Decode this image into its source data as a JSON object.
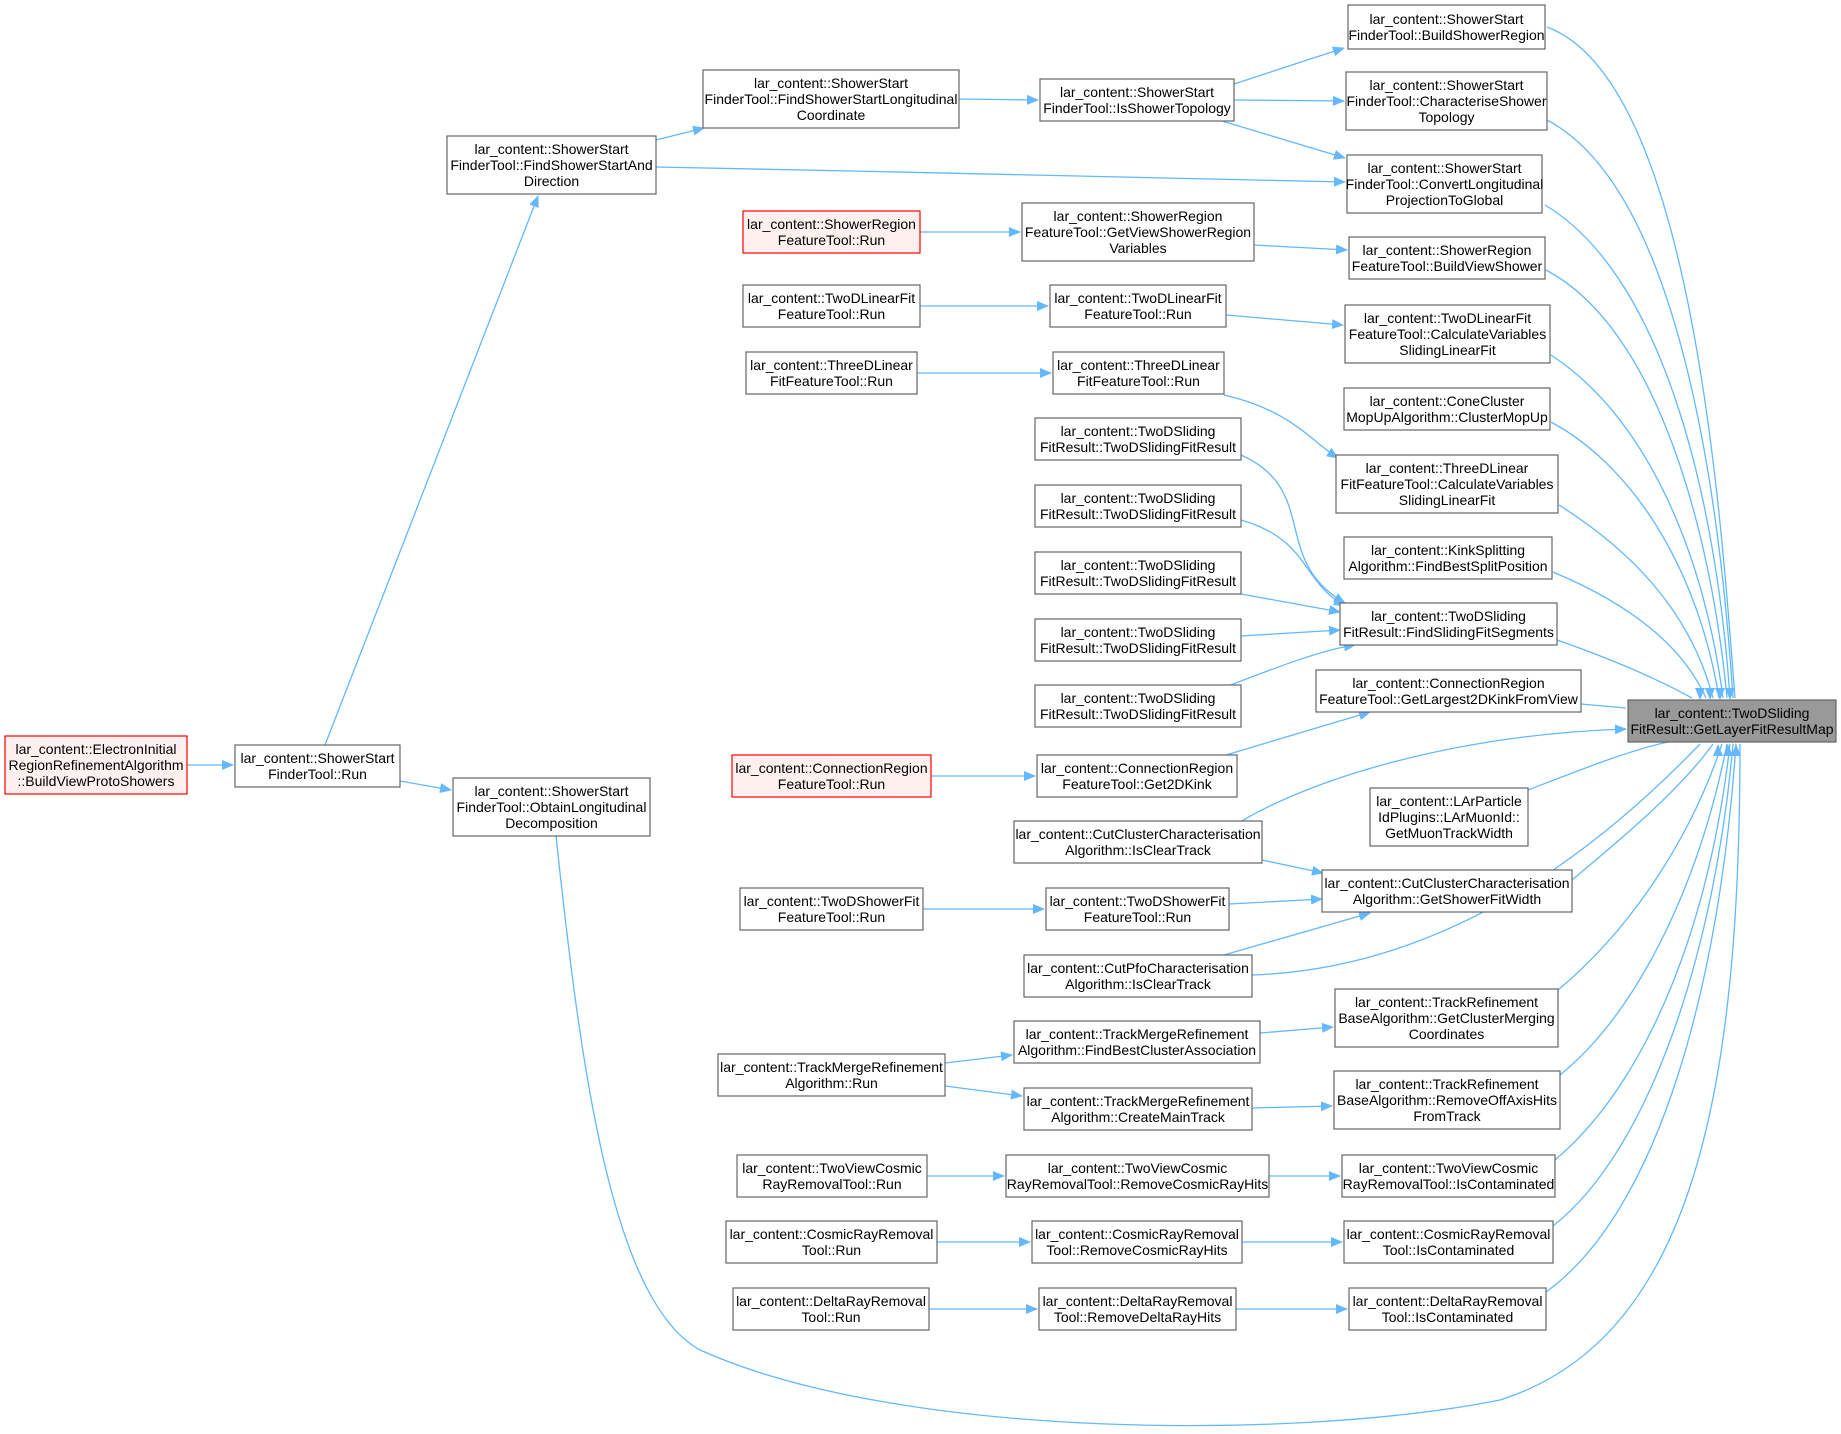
{
  "colors": {
    "edge": "#63b8ff",
    "node_border": "#666666",
    "node_fill": "#ffffff",
    "truncated_border": "#ff0000",
    "truncated_fill": "#fff0f0",
    "target_fill": "#999999",
    "target_border": "#666666"
  },
  "nodes": [
    {
      "id": "target",
      "lines": [
        "lar_content::TwoDSliding",
        "FitResult::GetLayerFitResultMap"
      ],
      "style": "target"
    },
    {
      "id": "buildShowerRegion",
      "lines": [
        "lar_content::ShowerStart",
        "FinderTool::BuildShowerRegion"
      ],
      "style": "normal"
    },
    {
      "id": "characteriseShowerTopology",
      "lines": [
        "lar_content::ShowerStart",
        "FinderTool::CharacteriseShower",
        "Topology"
      ],
      "style": "normal"
    },
    {
      "id": "convertLongitudinal",
      "lines": [
        "lar_content::ShowerStart",
        "FinderTool::ConvertLongitudinal",
        "ProjectionToGlobal"
      ],
      "style": "normal"
    },
    {
      "id": "buildViewShower",
      "lines": [
        "lar_content::ShowerRegion",
        "FeatureTool::BuildViewShower"
      ],
      "style": "normal"
    },
    {
      "id": "twoDLinearCalc",
      "lines": [
        "lar_content::TwoDLinearFit",
        "FeatureTool::CalculateVariables",
        "SlidingLinearFit"
      ],
      "style": "normal"
    },
    {
      "id": "coneClusterMopUp",
      "lines": [
        "lar_content::ConeCluster",
        "MopUpAlgorithm::ClusterMopUp"
      ],
      "style": "normal"
    },
    {
      "id": "threeDLinearCalc",
      "lines": [
        "lar_content::ThreeDLinear",
        "FitFeatureTool::CalculateVariables",
        "SlidingLinearFit"
      ],
      "style": "normal"
    },
    {
      "id": "kinkSplitting",
      "lines": [
        "lar_content::KinkSplitting",
        "Algorithm::FindBestSplitPosition"
      ],
      "style": "normal"
    },
    {
      "id": "findSlidingFitSegments",
      "lines": [
        "lar_content::TwoDSliding",
        "FitResult::FindSlidingFitSegments"
      ],
      "style": "normal"
    },
    {
      "id": "getLargest2DKink",
      "lines": [
        "lar_content::ConnectionRegion",
        "FeatureTool::GetLargest2DKinkFromView"
      ],
      "style": "normal"
    },
    {
      "id": "larMuonId",
      "lines": [
        "lar_content::LArParticle",
        "IdPlugins::LArMuonId::",
        "GetMuonTrackWidth"
      ],
      "style": "normal"
    },
    {
      "id": "getShowerFitWidth",
      "lines": [
        "lar_content::CutClusterCharacterisation",
        "Algorithm::GetShowerFitWidth"
      ],
      "style": "normal"
    },
    {
      "id": "trackRefGetClusterMerging",
      "lines": [
        "lar_content::TrackRefinement",
        "BaseAlgorithm::GetClusterMerging",
        "Coordinates"
      ],
      "style": "normal"
    },
    {
      "id": "trackRefRemoveOffAxis",
      "lines": [
        "lar_content::TrackRefinement",
        "BaseAlgorithm::RemoveOffAxisHits",
        "FromTrack"
      ],
      "style": "normal"
    },
    {
      "id": "twoViewIsContaminated",
      "lines": [
        "lar_content::TwoViewCosmic",
        "RayRemovalTool::IsContaminated"
      ],
      "style": "normal"
    },
    {
      "id": "cosmicIsContaminated",
      "lines": [
        "lar_content::CosmicRayRemoval",
        "Tool::IsContaminated"
      ],
      "style": "normal"
    },
    {
      "id": "deltaIsContaminated",
      "lines": [
        "lar_content::DeltaRayRemoval",
        "Tool::IsContaminated"
      ],
      "style": "normal"
    },
    {
      "id": "isShowerTopology",
      "lines": [
        "lar_content::ShowerStart",
        "FinderTool::IsShowerTopology"
      ],
      "style": "normal"
    },
    {
      "id": "findShowerStartLong",
      "lines": [
        "lar_content::ShowerStart",
        "FinderTool::FindShowerStartLongitudinal",
        "Coordinate"
      ],
      "style": "normal"
    },
    {
      "id": "findShowerStartAndDir",
      "lines": [
        "lar_content::ShowerStart",
        "FinderTool::FindShowerStartAnd",
        "Direction"
      ],
      "style": "normal"
    },
    {
      "id": "showerStartRun",
      "lines": [
        "lar_content::ShowerStart",
        "FinderTool::Run"
      ],
      "style": "normal"
    },
    {
      "id": "electronInitial",
      "lines": [
        "lar_content::ElectronInitial",
        "RegionRefinementAlgorithm",
        "::BuildViewProtoShowers"
      ],
      "style": "truncated"
    },
    {
      "id": "obtainLongDecomp",
      "lines": [
        "lar_content::ShowerStart",
        "FinderTool::ObtainLongitudinal",
        "Decomposition"
      ],
      "style": "normal"
    },
    {
      "id": "showerRegionRun",
      "lines": [
        "lar_content::ShowerRegion",
        "FeatureTool::Run"
      ],
      "style": "truncated"
    },
    {
      "id": "getViewShowerRegion",
      "lines": [
        "lar_content::ShowerRegion",
        "FeatureTool::GetViewShowerRegion",
        "Variables"
      ],
      "style": "normal"
    },
    {
      "id": "twoDLinearRunLeft",
      "lines": [
        "lar_content::TwoDLinearFit",
        "FeatureTool::Run"
      ],
      "style": "normal"
    },
    {
      "id": "twoDLinearRun",
      "lines": [
        "lar_content::TwoDLinearFit",
        "FeatureTool::Run"
      ],
      "style": "normal"
    },
    {
      "id": "threeDLinearRunLeft",
      "lines": [
        "lar_content::ThreeDLinear",
        "FitFeatureTool::Run"
      ],
      "style": "normal"
    },
    {
      "id": "threeDLinearRun",
      "lines": [
        "lar_content::ThreeDLinear",
        "FitFeatureTool::Run"
      ],
      "style": "normal"
    },
    {
      "id": "tdsfr1",
      "lines": [
        "lar_content::TwoDSliding",
        "FitResult::TwoDSlidingFitResult"
      ],
      "style": "normal"
    },
    {
      "id": "tdsfr2",
      "lines": [
        "lar_content::TwoDSliding",
        "FitResult::TwoDSlidingFitResult"
      ],
      "style": "normal"
    },
    {
      "id": "tdsfr3",
      "lines": [
        "lar_content::TwoDSliding",
        "FitResult::TwoDSlidingFitResult"
      ],
      "style": "normal"
    },
    {
      "id": "tdsfr4",
      "lines": [
        "lar_content::TwoDSliding",
        "FitResult::TwoDSlidingFitResult"
      ],
      "style": "normal"
    },
    {
      "id": "tdsfr5",
      "lines": [
        "lar_content::TwoDSliding",
        "FitResult::TwoDSlidingFitResult"
      ],
      "style": "normal"
    },
    {
      "id": "connRegionRun",
      "lines": [
        "lar_content::ConnectionRegion",
        "FeatureTool::Run"
      ],
      "style": "truncated"
    },
    {
      "id": "connRegionGet2DKink",
      "lines": [
        "lar_content::ConnectionRegion",
        "FeatureTool::Get2DKink"
      ],
      "style": "normal"
    },
    {
      "id": "cutClusterIsClearTrack",
      "lines": [
        "lar_content::CutClusterCharacterisation",
        "Algorithm::IsClearTrack"
      ],
      "style": "normal"
    },
    {
      "id": "twoDShowerFitRunLeft",
      "lines": [
        "lar_content::TwoDShowerFit",
        "FeatureTool::Run"
      ],
      "style": "normal"
    },
    {
      "id": "twoDShowerFitRun",
      "lines": [
        "lar_content::TwoDShowerFit",
        "FeatureTool::Run"
      ],
      "style": "normal"
    },
    {
      "id": "cutPfoIsClearTrack",
      "lines": [
        "lar_content::CutPfoCharacterisation",
        "Algorithm::IsClearTrack"
      ],
      "style": "normal"
    },
    {
      "id": "trackMergeRun",
      "lines": [
        "lar_content::TrackMergeRefinement",
        "Algorithm::Run"
      ],
      "style": "normal"
    },
    {
      "id": "trackMergeFindBest",
      "lines": [
        "lar_content::TrackMergeRefinement",
        "Algorithm::FindBestClusterAssociation"
      ],
      "style": "normal"
    },
    {
      "id": "trackMergeCreateMain",
      "lines": [
        "lar_content::TrackMergeRefinement",
        "Algorithm::CreateMainTrack"
      ],
      "style": "normal"
    },
    {
      "id": "twoViewRun",
      "lines": [
        "lar_content::TwoViewCosmic",
        "RayRemovalTool::Run"
      ],
      "style": "normal"
    },
    {
      "id": "twoViewRemove",
      "lines": [
        "lar_content::TwoViewCosmic",
        "RayRemovalTool::RemoveCosmicRayHits"
      ],
      "style": "normal"
    },
    {
      "id": "cosmicRun",
      "lines": [
        "lar_content::CosmicRayRemoval",
        "Tool::Run"
      ],
      "style": "normal"
    },
    {
      "id": "cosmicRemove",
      "lines": [
        "lar_content::CosmicRayRemoval",
        "Tool::RemoveCosmicRayHits"
      ],
      "style": "normal"
    },
    {
      "id": "deltaRun",
      "lines": [
        "lar_content::DeltaRayRemoval",
        "Tool::Run"
      ],
      "style": "normal"
    },
    {
      "id": "deltaRemove",
      "lines": [
        "lar_content::DeltaRayRemoval",
        "Tool::RemoveDeltaRayHits"
      ],
      "style": "normal"
    }
  ]
}
